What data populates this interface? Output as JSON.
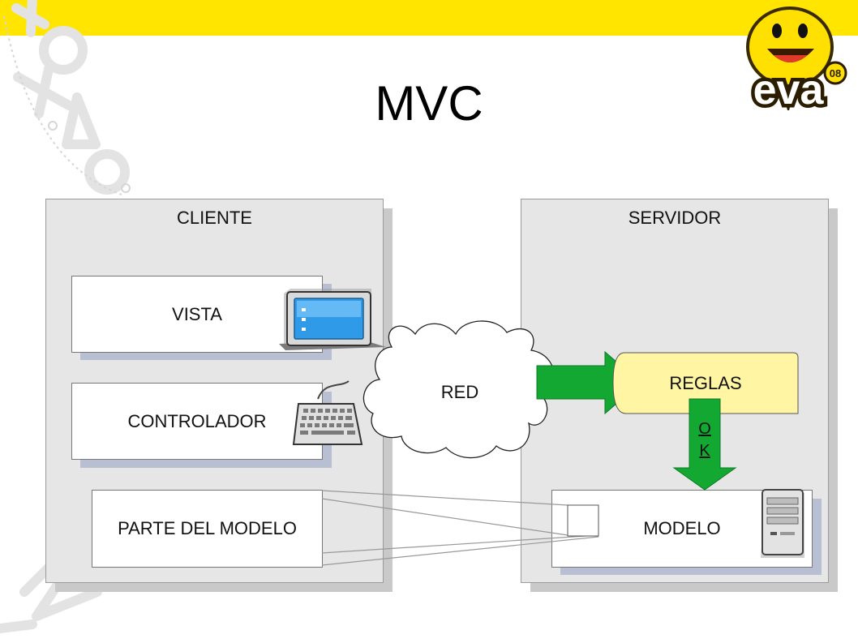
{
  "title": "MVC",
  "colors": {
    "top_bar": "#ffe500",
    "panel": "#e6e6e6",
    "arrow_green": "#12a832",
    "rules_fill": "#fff5a3",
    "logo_yellow": "#ffe000"
  },
  "client": {
    "label": "CLIENTE",
    "view_label": "VISTA",
    "controller_label": "CONTROLADOR",
    "model_part_label": "PARTE DEL MODELO"
  },
  "server": {
    "label": "SERVIDOR",
    "rules_label": "REGLAS",
    "model_label": "MODELO"
  },
  "network_label": "RED",
  "ok_label": {
    "line1": "O",
    "line2": "K"
  },
  "logo": {
    "text": "eva",
    "badge": "08"
  },
  "icons": {
    "view": "monitor-icon",
    "controller": "keyboard-icon",
    "model": "server-tower-icon",
    "network": "cloud-icon"
  }
}
